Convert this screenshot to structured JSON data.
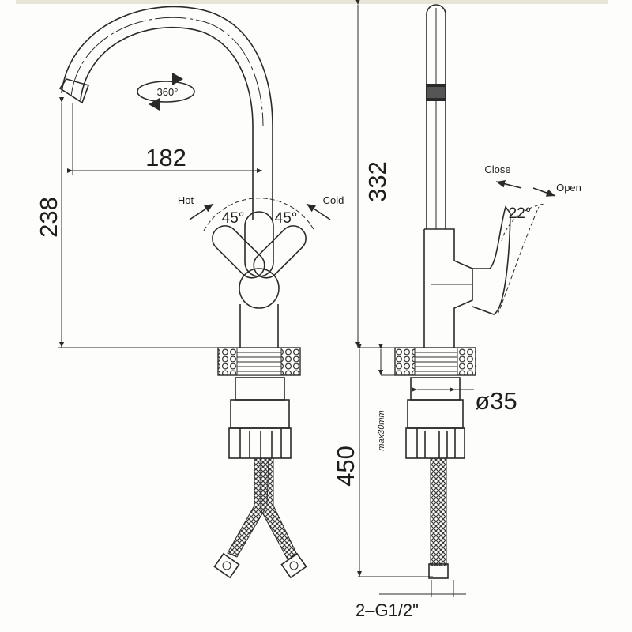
{
  "left_view": {
    "spout_reach": "182",
    "spout_height": "238",
    "rotation": "360°",
    "hot_label": "Hot",
    "cold_label": "Cold",
    "hot_angle": "45°",
    "cold_angle": "45°"
  },
  "right_view": {
    "total_height": "332",
    "hose_length": "450",
    "mount_diameter": "ø35",
    "max_thickness": "max30mm",
    "connection": "2–G1/2\"",
    "close_label": "Close",
    "open_label": "Open",
    "lever_angle": "22°"
  },
  "colors": {
    "line": "#2a2a2a",
    "top_band": "#e9e5d6",
    "background": "#fdfdfb"
  }
}
